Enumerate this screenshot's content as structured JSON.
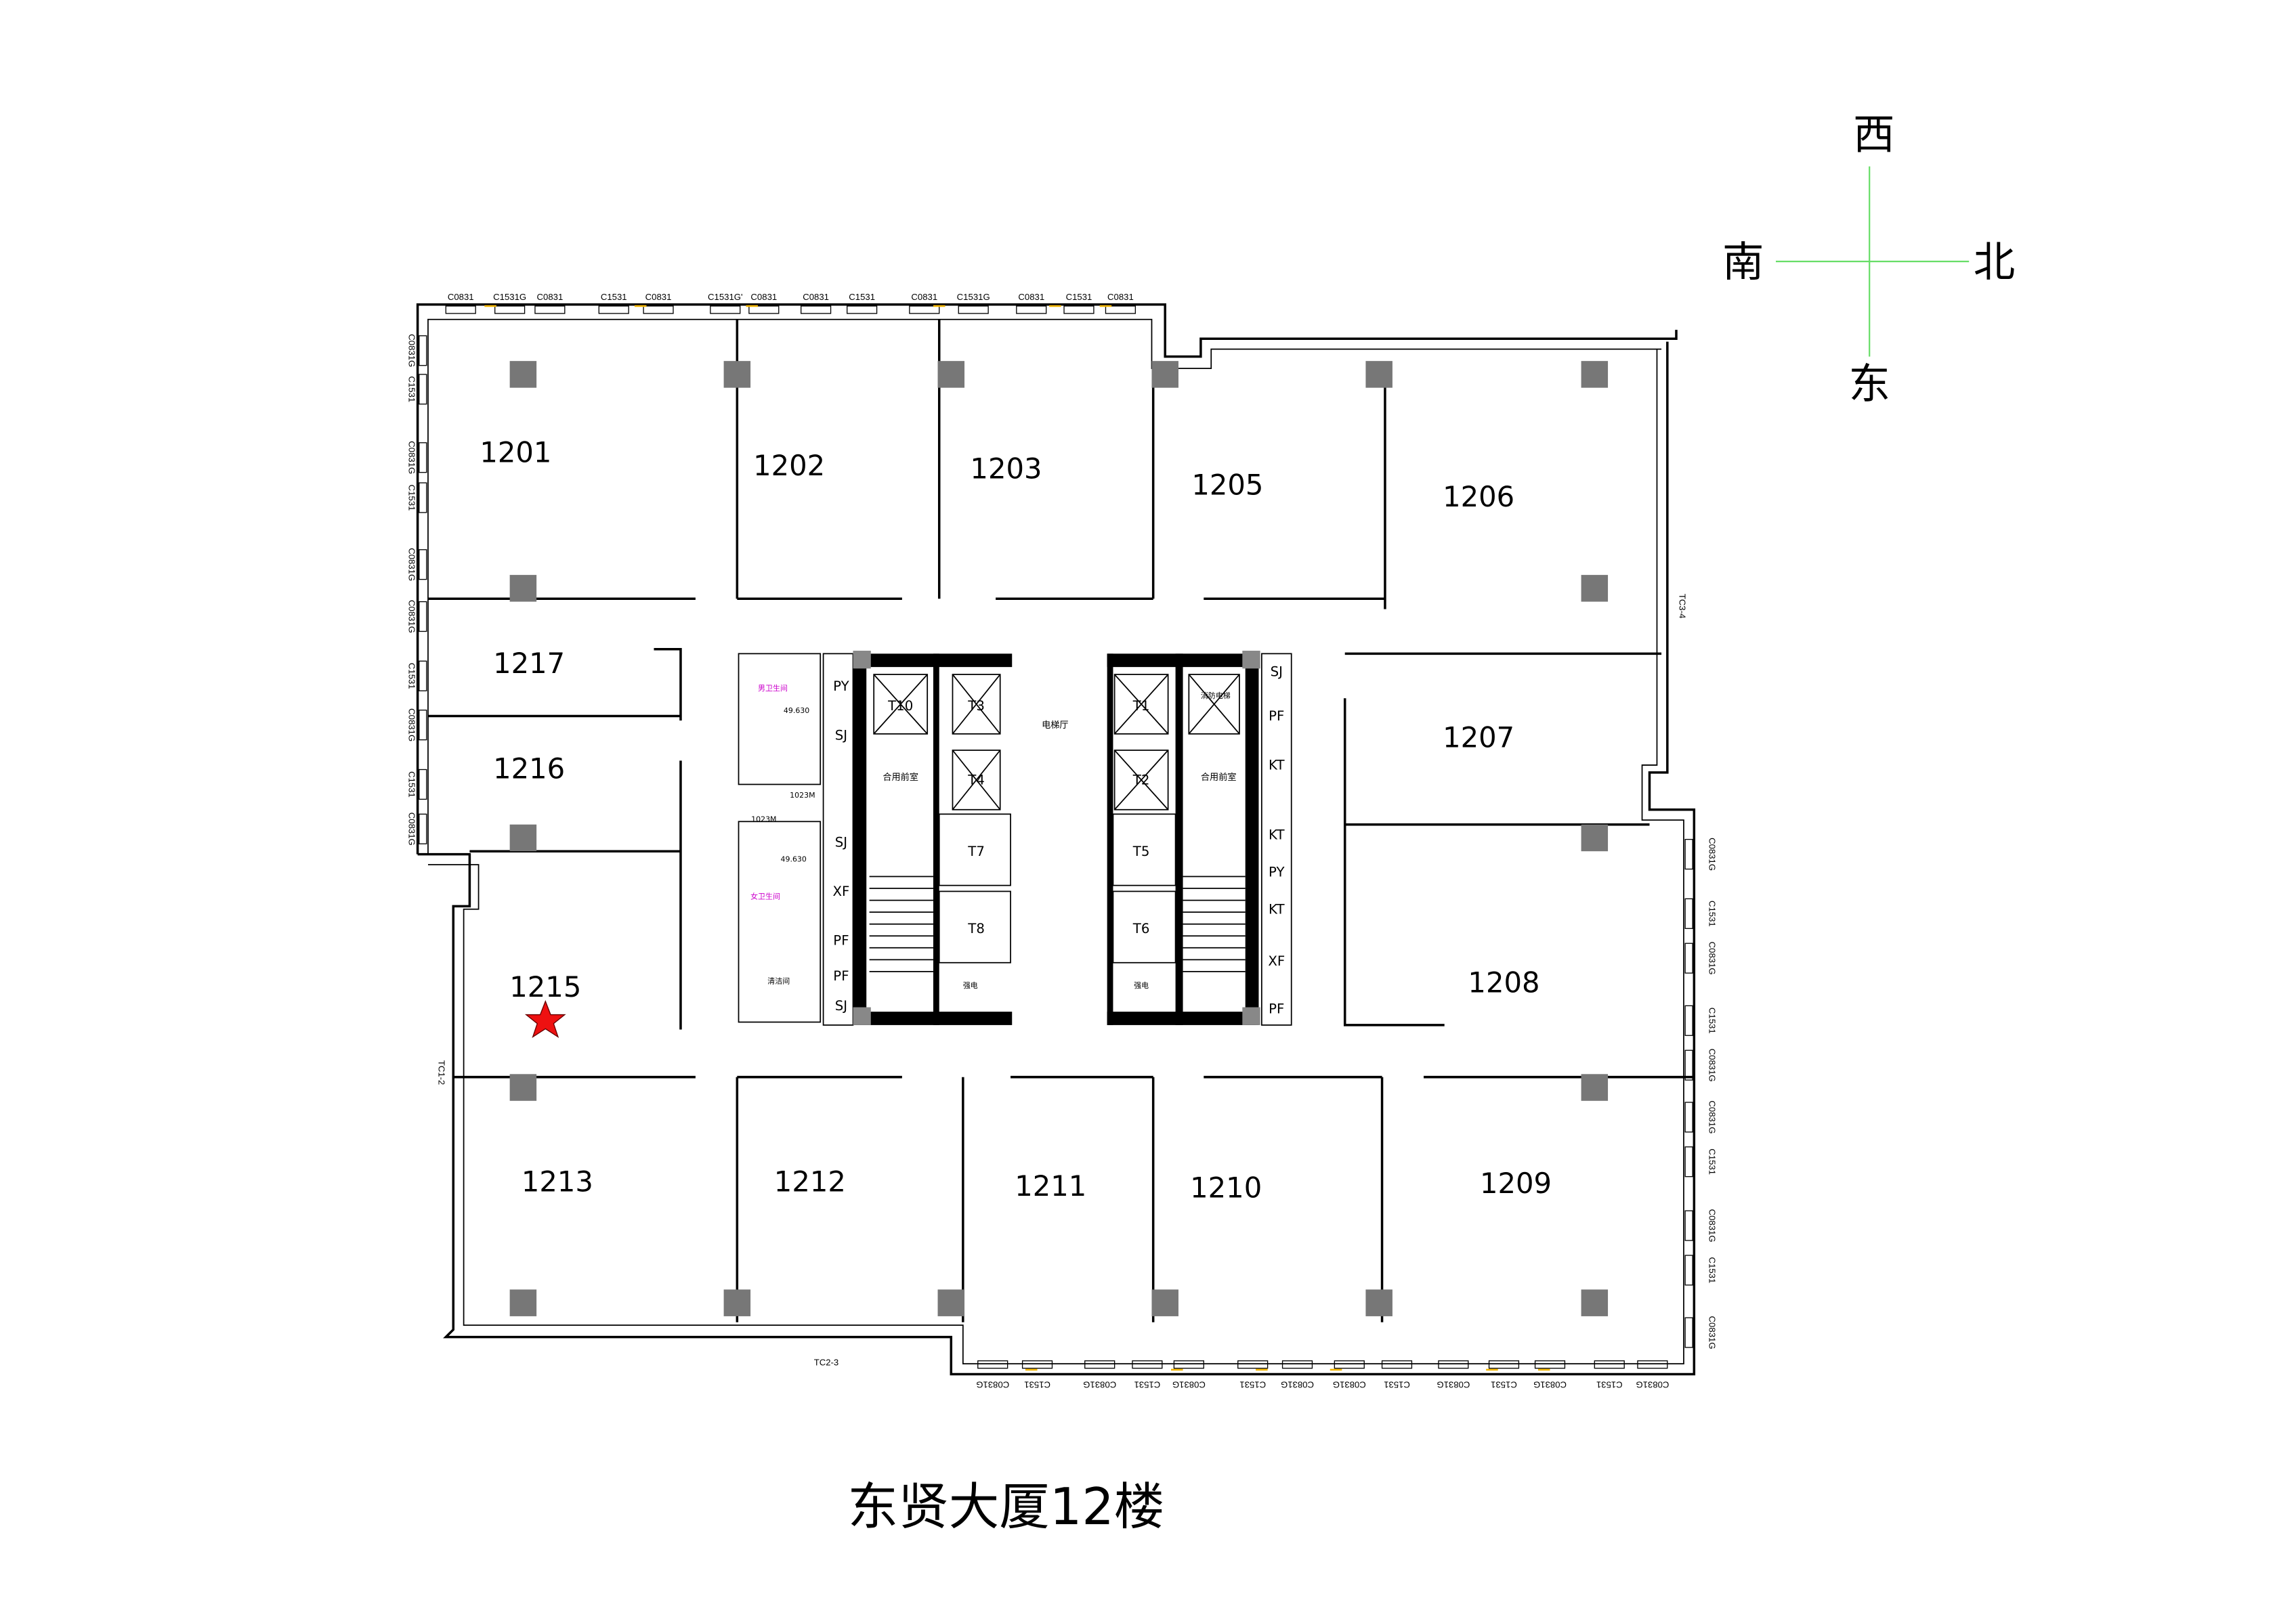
{
  "title": "东贤大厦12楼",
  "compass": {
    "north": "北",
    "south": "南",
    "east": "东",
    "west": "西",
    "line_color": "#66dd66"
  },
  "rooms": [
    "1201",
    "1202",
    "1203",
    "1205",
    "1206",
    "1207",
    "1208",
    "1209",
    "1210",
    "1211",
    "1212",
    "1213",
    "1215",
    "1216",
    "1217"
  ],
  "marker": {
    "room": "1215",
    "icon": "star-icon",
    "color": "#ee1111"
  },
  "windows": {
    "top": [
      "C0831",
      "C1531G",
      "C0831",
      "C1531",
      "C0831",
      "C1531G'",
      "C0831",
      "C0831",
      "C1531",
      "C0831",
      "C1531G",
      "C0831",
      "C1531",
      "C0831"
    ],
    "bottom": [
      "C0831G",
      "C1531",
      "C0831G",
      "C1531",
      "C0831G",
      "C1531",
      "C0831G",
      "C0831G",
      "C1531",
      "C0831G",
      "C1531",
      "C0831G",
      "C1531",
      "C0831G"
    ],
    "left": [
      "C0831G",
      "C1531",
      "C0831G",
      "C1531",
      "C0831G",
      "C0831G",
      "C1531",
      "C0831G",
      "C1531",
      "C0831G"
    ],
    "right": [
      "C0831G",
      "C1531",
      "C0831G",
      "C1531",
      "C0831G",
      "C0831G",
      "C1531",
      "C0831G",
      "C1531",
      "C0831G"
    ],
    "frame_color": "#f0b400"
  },
  "curtain_walls": [
    "TC1-2",
    "TC2-3",
    "TC3-4"
  ],
  "core": {
    "elevators": [
      "T10",
      "T3",
      "T4",
      "T7",
      "T8",
      "T1",
      "T2",
      "T5",
      "T6"
    ],
    "shafts_left": [
      "PY",
      "SJ",
      "SJ",
      "XF",
      "PF",
      "PF",
      "SJ"
    ],
    "shafts_right": [
      "SJ",
      "PF",
      "KT",
      "KT",
      "PY",
      "KT",
      "XF",
      "PF"
    ],
    "lobby": "电梯厅",
    "anteroom": "合用前室",
    "door_codes": [
      "1023M",
      "1023M"
    ],
    "elevations": [
      "49.630",
      "49.630"
    ],
    "toilet_labels": [
      "男卫生间",
      "女卫生间"
    ],
    "utility": [
      "清洁间",
      "强电",
      "强电"
    ],
    "fire_elevator": "消防电梯"
  }
}
